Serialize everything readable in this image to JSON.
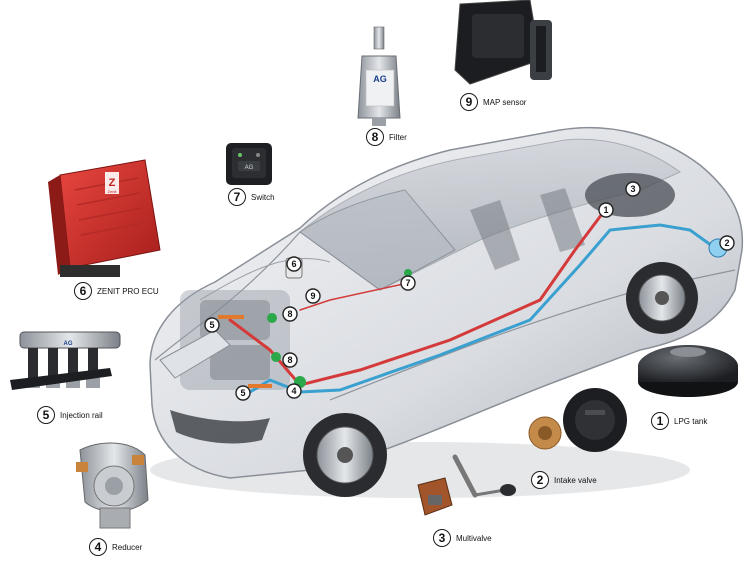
{
  "components": [
    {
      "number": "1",
      "label": "LPG tank"
    },
    {
      "number": "2",
      "label": "Intake valve"
    },
    {
      "number": "3",
      "label": "Multivalve"
    },
    {
      "number": "4",
      "label": "Reducer"
    },
    {
      "number": "5",
      "label": "Injection rail"
    },
    {
      "number": "6",
      "label": "ZENIT PRO ECU"
    },
    {
      "number": "7",
      "label": "Switch"
    },
    {
      "number": "8",
      "label": "Filter"
    },
    {
      "number": "9",
      "label": "MAP sensor"
    }
  ],
  "car_markers": [
    "1",
    "2",
    "3",
    "4",
    "5",
    "5",
    "6",
    "7",
    "8",
    "8",
    "9"
  ],
  "product_text": {
    "ecu_logo": "Z",
    "ecu_brand": "Zenit",
    "filter_brand": "AG",
    "rail_brand": "AG",
    "switch_brand": "AG"
  },
  "colors": {
    "gas_line": "#d43a3a",
    "coolant_line": "#3aa0d0",
    "ecu_red": "#d8322f",
    "marker_green": "#2aa84a"
  }
}
